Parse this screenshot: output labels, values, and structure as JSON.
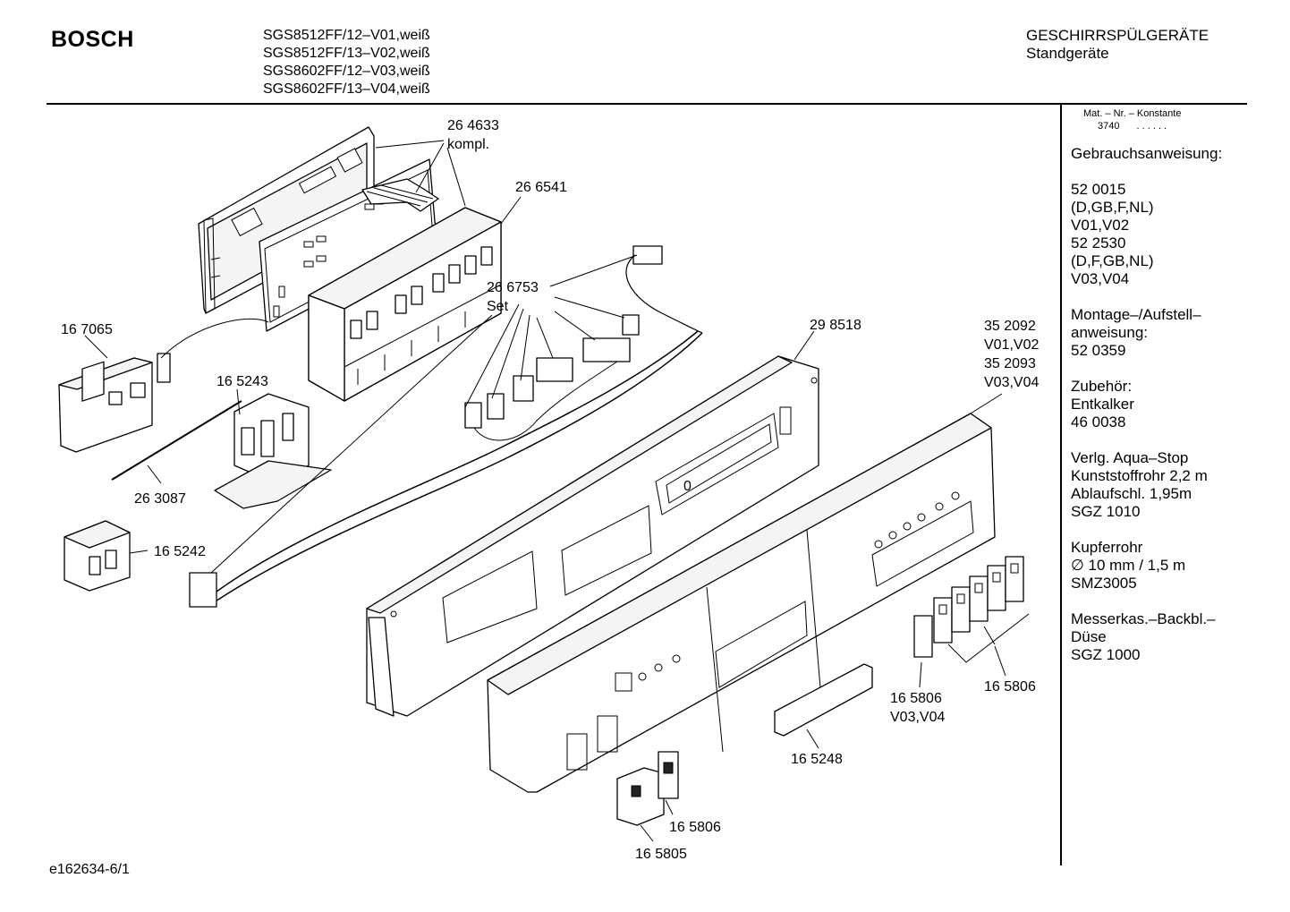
{
  "header": {
    "brand": "BOSCH",
    "models": [
      "SGS8512FF/12–V01,weiß",
      "SGS8512FF/13–V02,weiß",
      "SGS8602FF/12–V03,weiß",
      "SGS8602FF/13–V04,weiß"
    ],
    "category": "GESCHIRRSPÜLGERÄTE",
    "subcategory": "Standgeräte"
  },
  "sidebar": {
    "matnr_label": "Mat. – Nr. – Konstante",
    "matnr_value": "3740",
    "matnr_dots": ". .   . . . .",
    "groups": [
      [
        "Gebrauchsanweisung:"
      ],
      [
        "52 0015",
        "(D,GB,F,NL)",
        "V01,V02",
        "52 2530",
        "(D,F,GB,NL)",
        "V03,V04"
      ],
      [
        "Montage–/Aufstell–",
        "anweisung:",
        "52 0359"
      ],
      [
        "Zubehör:",
        "Entkalker",
        "46 0038"
      ],
      [
        "Verlg. Aqua–Stop",
        "Kunststoffrohr 2,2 m",
        "Ablaufschl. 1,95m",
        "SGZ 1010"
      ],
      [
        "Kupferrohr",
        "∅ 10 mm / 1,5 m",
        "SMZ3005"
      ],
      [
        "Messerkas.–Backbl.–",
        "Düse",
        "SGZ 1000"
      ]
    ]
  },
  "labels": {
    "p264633": "26 4633",
    "kompl": "kompl.",
    "p266541": "26 6541",
    "p266753": "26 6753",
    "set": "Set",
    "p167065": "16 7065",
    "p165243": "16 5243",
    "p298518": "29 8518",
    "p352092": "35 2092",
    "v0102": "V01,V02",
    "p352093": "35 2093",
    "v0304": "V03,V04",
    "p263087": "26 3087",
    "p165242": "16 5242",
    "zero": "0",
    "p165806a": "16 5806",
    "p165806b": "16 5806",
    "v0304b": "V03,V04",
    "p165248": "16 5248",
    "p165806c": "16 5806",
    "p165805": "16 5805"
  },
  "footer": {
    "code": "e162634-6/1"
  }
}
